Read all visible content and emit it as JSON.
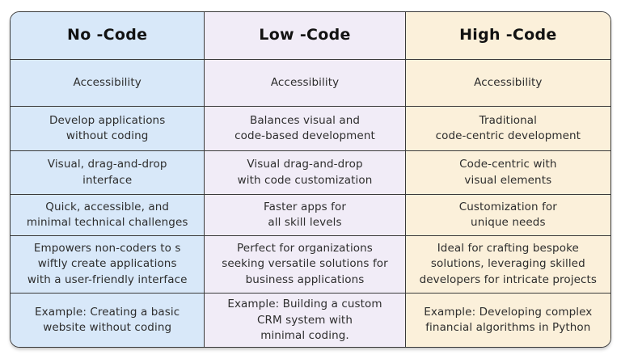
{
  "page": {
    "background": "#ffffff"
  },
  "table": {
    "border_color": "#3a3a3a",
    "columns": [
      {
        "id": "no-code",
        "header": "No -Code",
        "bg": "#d8e8f9"
      },
      {
        "id": "low-code",
        "header": "Low -Code",
        "bg": "#f1ecf7"
      },
      {
        "id": "high-code",
        "header": "High -Code",
        "bg": "#fbf0da"
      }
    ],
    "rows": [
      {
        "cells": [
          "Accessibility",
          "Accessibility",
          "Accessibility"
        ]
      },
      {
        "cells": [
          "Develop applications\nwithout coding",
          "Balances visual and\ncode-based development",
          "Traditional\ncode-centric development"
        ]
      },
      {
        "cells": [
          "Visual, drag-and-drop\ninterface",
          "Visual drag-and-drop\nwith code customization",
          "Code-centric with\nvisual elements"
        ]
      },
      {
        "cells": [
          "Quick, accessible, and\nminimal technical challenges",
          "Faster apps for\nall skill levels",
          "Customization for\nunique needs"
        ]
      },
      {
        "cells": [
          "Empowers non-coders to s\nwiftly create applications\nwith a user-friendly interface",
          "Perfect for organizations\nseeking versatile solutions for\nbusiness applications",
          "Ideal for crafting bespoke\nsolutions, leveraging skilled\ndevelopers for intricate projects"
        ]
      },
      {
        "cells": [
          "Example: Creating a basic\nwebsite without coding",
          "Example: Building a custom\nCRM system with\nminimal coding.",
          "Example: Developing complex\nfinancial algorithms in Python"
        ]
      }
    ]
  }
}
